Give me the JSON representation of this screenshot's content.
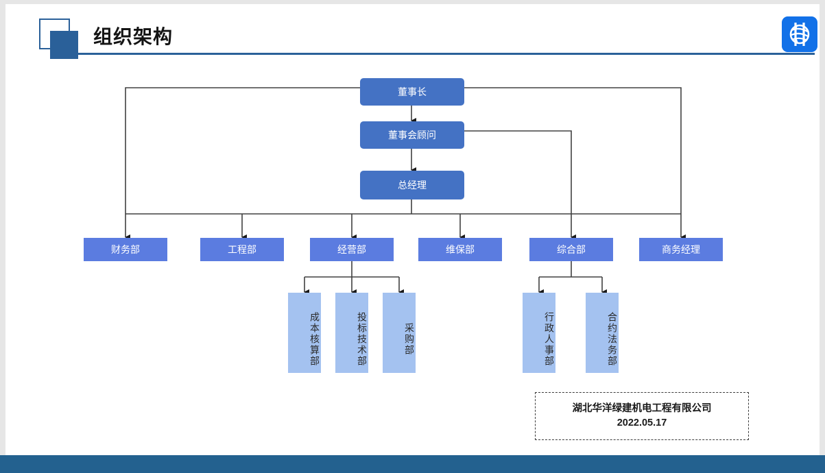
{
  "header": {
    "title": "组织架构",
    "logo_icon": "company-globe-logo-icon",
    "accent_color": "#2a6099"
  },
  "chart_data": {
    "type": "diagram",
    "diagram_kind": "organization-chart",
    "colors": {
      "executive_box": "#4472c4",
      "department_box": "#5b7ce0",
      "subdepartment_box": "#a4c2f0",
      "connector": "#404040",
      "executive_text": "#ffffff",
      "department_text": "#ffffff",
      "subdepartment_text": "#2a2a2a"
    },
    "executives": [
      {
        "id": "chairman",
        "label": "董事长"
      },
      {
        "id": "board-advisor",
        "label": "董事会顾问"
      },
      {
        "id": "general-manager",
        "label": "总经理"
      }
    ],
    "departments": [
      {
        "id": "finance",
        "label": "财务部",
        "parent": "general-manager"
      },
      {
        "id": "engineering",
        "label": "工程部",
        "parent": "general-manager"
      },
      {
        "id": "operations",
        "label": "经营部",
        "parent": "general-manager"
      },
      {
        "id": "maintenance",
        "label": "维保部",
        "parent": "general-manager"
      },
      {
        "id": "general-affairs",
        "label": "综合部",
        "parent": "board-advisor"
      },
      {
        "id": "business-manager",
        "label": "商务经理",
        "parent": "chairman"
      }
    ],
    "subdepartments": [
      {
        "id": "cost-accounting",
        "label": "成本核算部",
        "parent": "operations"
      },
      {
        "id": "bidding-technology",
        "label": "投标技术部",
        "parent": "operations"
      },
      {
        "id": "procurement",
        "label": "采购部",
        "parent": "operations"
      },
      {
        "id": "admin-hr",
        "label": "行政人事部",
        "parent": "general-affairs"
      },
      {
        "id": "contract-legal",
        "label": "合约法务部",
        "parent": "general-affairs"
      }
    ]
  },
  "stamp": {
    "company": "湖北华洋绿建机电工程有限公司",
    "date": "2022.05.17"
  }
}
